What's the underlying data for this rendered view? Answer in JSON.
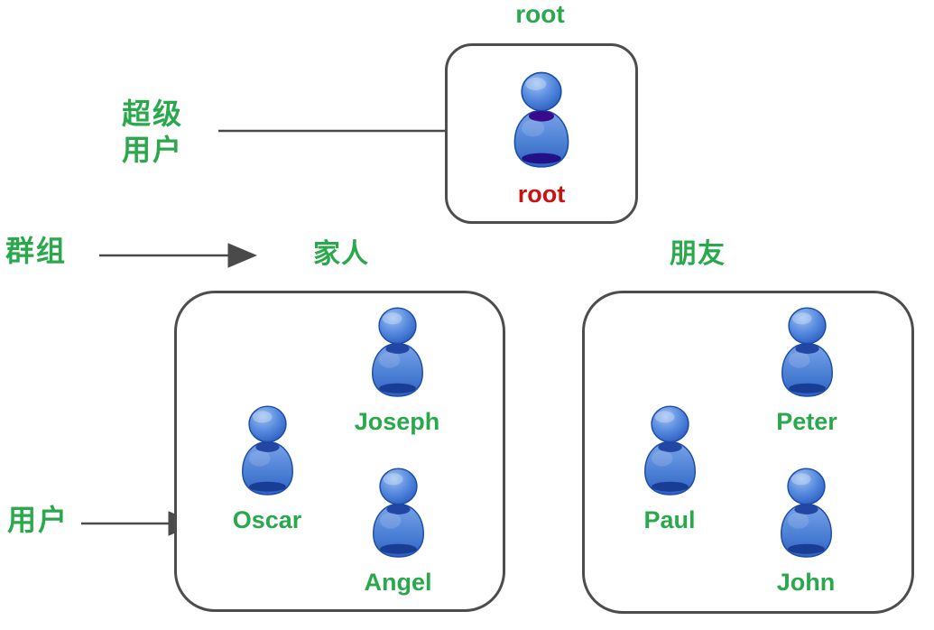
{
  "colors": {
    "label_green": "#2aa84c",
    "root_red": "#cc1111",
    "box_border": "#4d4d4d",
    "arrow_gray": "#4a4a4a",
    "person_blue": "#4a7fd4"
  },
  "root_section": {
    "title": "root",
    "username": "root",
    "icon": "person-icon"
  },
  "annotations": {
    "superuser_line1": "超级",
    "superuser_line2": "用户",
    "group_label": "群组",
    "user_label": "用户"
  },
  "groups": [
    {
      "name": "家人",
      "users": [
        {
          "name": "Joseph"
        },
        {
          "name": "Oscar"
        },
        {
          "name": "Angel"
        }
      ]
    },
    {
      "name": "朋友",
      "users": [
        {
          "name": "Peter"
        },
        {
          "name": "Paul"
        },
        {
          "name": "John"
        }
      ]
    }
  ]
}
